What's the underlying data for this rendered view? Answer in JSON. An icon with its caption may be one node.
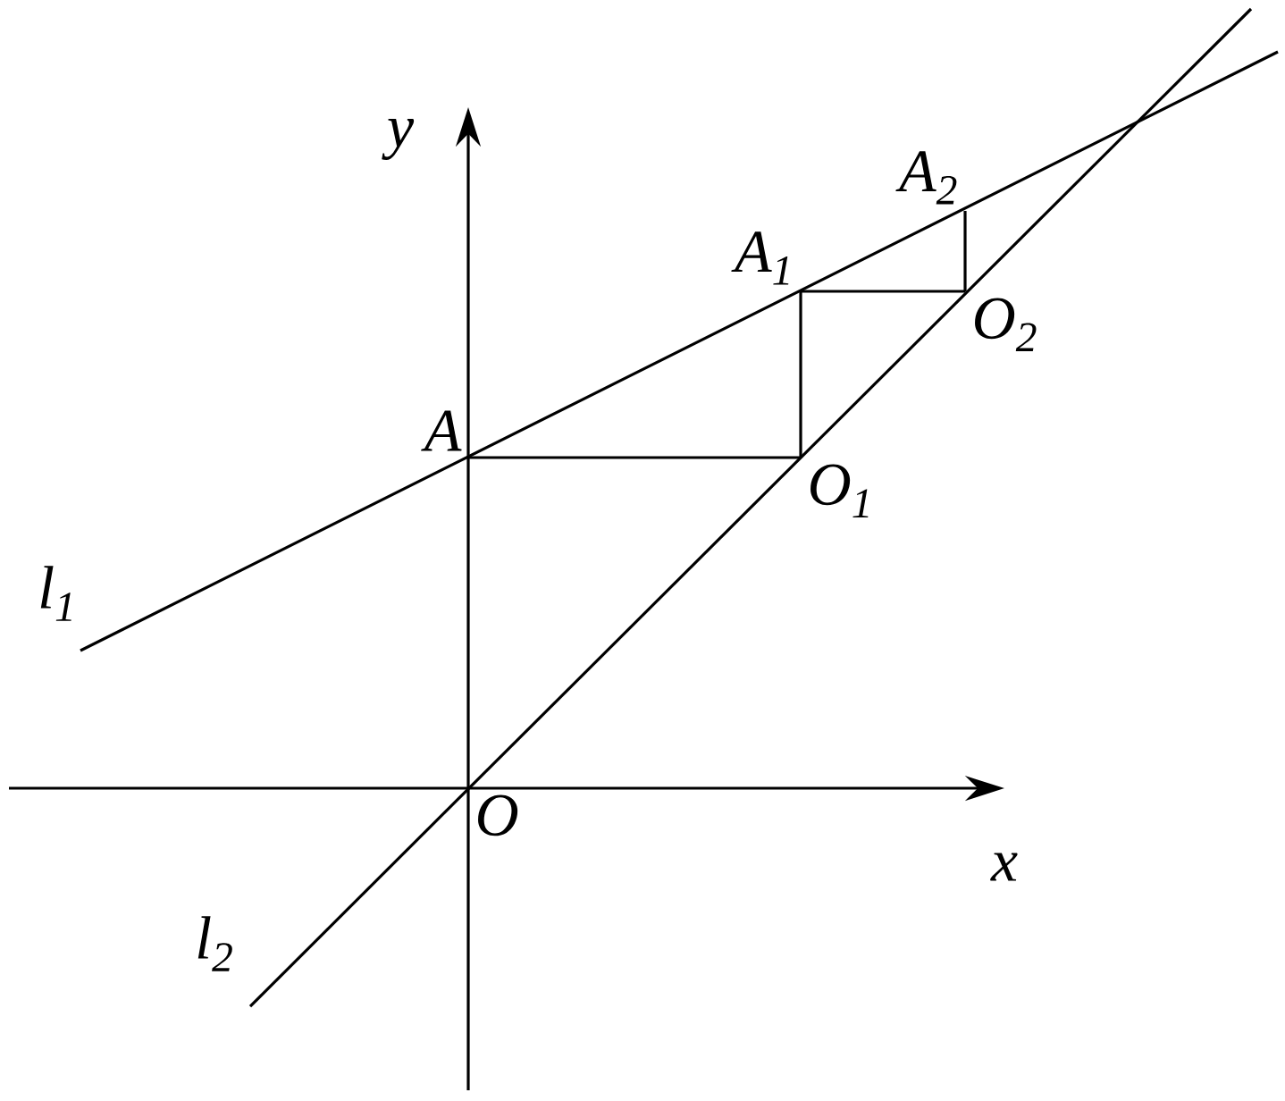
{
  "diagram": {
    "nodes": [
      {
        "text": [
          "A"
        ]
      },
      {
        "text": [
          "A$_{1}$"
        ]
      },
      {
        "text": [
          "A$_{2}$"
        ]
      },
      {
        "text": [
          "O$_{1}$"
        ]
      },
      {
        "text": [
          "O$_{2}$"
        ]
      },
      {
        "text": [
          "O"
        ]
      }
    ],
    "edges": [
      {
        "from": 0,
        "to": 3,
        "arrow": "none"
      },
      {
        "from": 3,
        "to": 1,
        "arrow": "none"
      },
      {
        "from": 1,
        "to": 4,
        "arrow": "none"
      },
      {
        "from": 4,
        "to": 2,
        "arrow": "none"
      }
    ],
    "labels": [
      "y",
      "x",
      "l$_{1}$",
      "l$_{2}$"
    ]
  }
}
